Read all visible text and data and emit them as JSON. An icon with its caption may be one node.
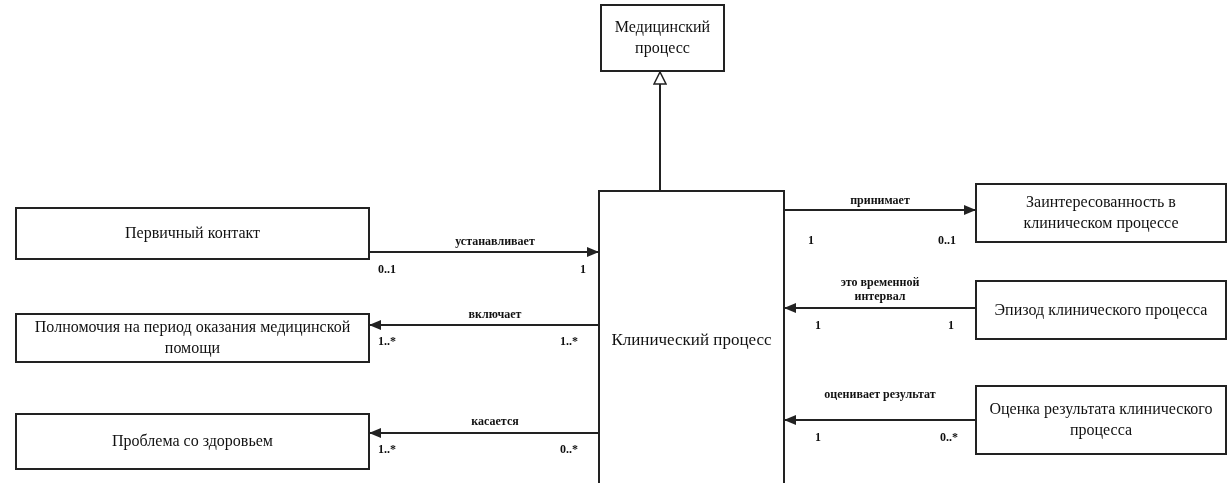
{
  "diagram": {
    "nodes": [
      {
        "text": [
          "Медицинский процесс"
        ]
      },
      {
        "text": [
          "Первичный контакт"
        ]
      },
      {
        "text": [
          "Полномочия на период оказания медицинской помощи"
        ]
      },
      {
        "text": [
          "Проблема со здоровьем"
        ]
      },
      {
        "text": [
          "Клинический процесс"
        ]
      },
      {
        "text": [
          "Заинтересованность в клиническом процессе"
        ]
      },
      {
        "text": [
          "Эпизод клинического процесса"
        ]
      },
      {
        "text": [
          "Оценка результата клинического процесса"
        ]
      }
    ],
    "edges": [
      {
        "from": 4,
        "to": 0,
        "arrow": "to"
      },
      {
        "from": 1,
        "to": 4,
        "arrow": "to",
        "label": "устанавливает"
      },
      {
        "from": 4,
        "to": 2,
        "arrow": "to",
        "label": "включает"
      },
      {
        "from": 4,
        "to": 3,
        "arrow": "to",
        "label": "касается"
      },
      {
        "from": 4,
        "to": 5,
        "arrow": "to",
        "label": "принимает"
      },
      {
        "from": 6,
        "to": 4,
        "arrow": "to",
        "label": "это временной интервал"
      },
      {
        "from": 7,
        "to": 4,
        "arrow": "to",
        "label": "оценивает результат"
      }
    ],
    "labels": [
      "1",
      "0..1",
      "0..1",
      "1",
      "1..*",
      "1..*",
      "1",
      "1",
      "1..*",
      "0..*",
      "1",
      "0..*"
    ]
  }
}
